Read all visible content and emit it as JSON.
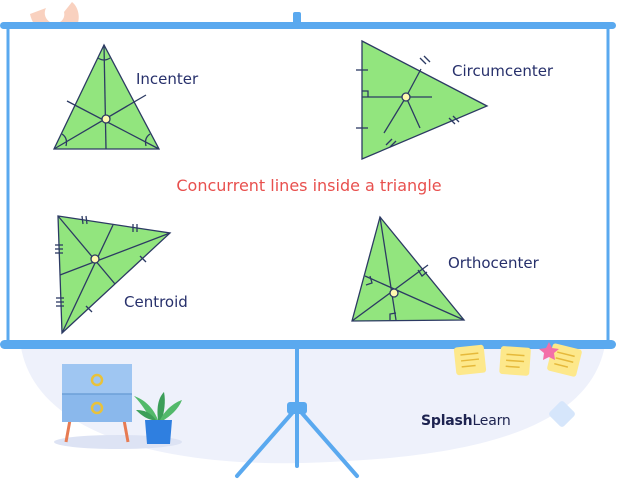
{
  "title": "Concurrent lines inside a triangle",
  "labels": {
    "incenter": "Incenter",
    "circumcenter": "Circumcenter",
    "centroid": "Centroid",
    "orthocenter": "Orthocenter"
  },
  "logo": {
    "part1": "Splash",
    "part2": "Learn"
  },
  "colors": {
    "triangle_fill": "#92e57e",
    "triangle_stroke": "#2c3a63",
    "title": "#e8504e",
    "label": "#27306b",
    "frame": "#5aa9ef",
    "background_blob": "#eef1fb",
    "cabinet": "#9fc6f2",
    "sticky_note": "#fde88b"
  }
}
